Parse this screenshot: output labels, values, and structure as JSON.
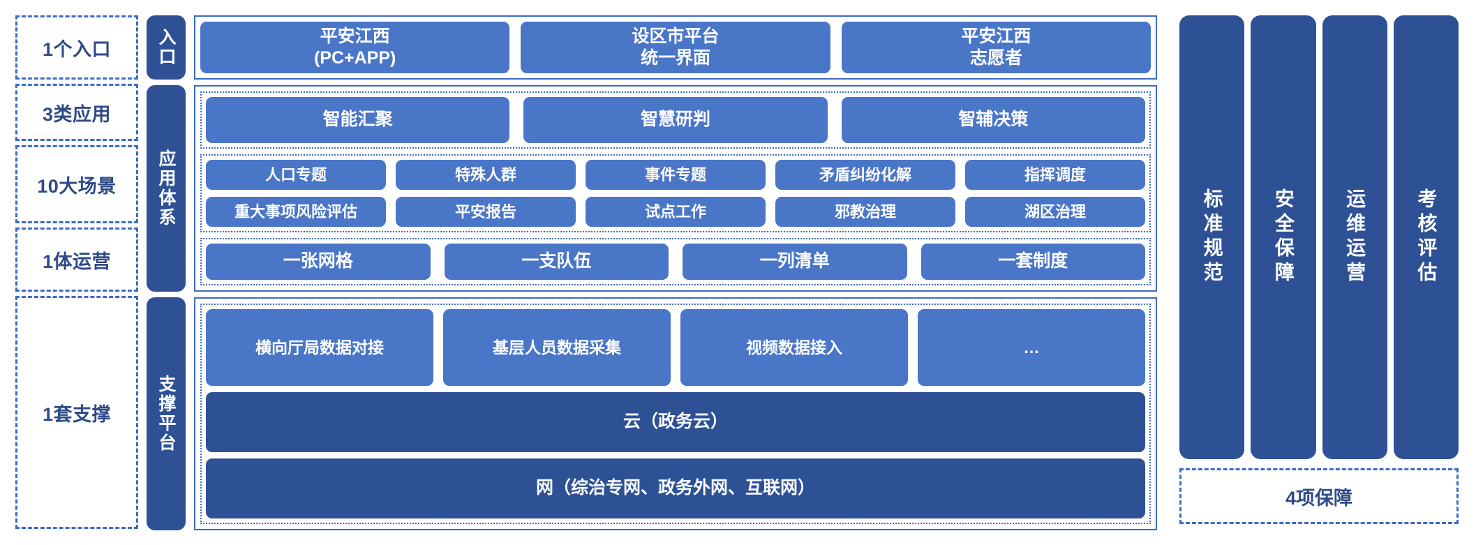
{
  "colors": {
    "dark_blue": "#2E5196",
    "light_blue": "#4A76C8",
    "border_blue": "#3D6BC4",
    "label_text": "#2E4A87"
  },
  "left_labels": [
    {
      "text": "1个入口"
    },
    {
      "text": "3类应用"
    },
    {
      "text": "10大场景"
    },
    {
      "text": "1体运营"
    },
    {
      "text": "1套支撑"
    }
  ],
  "spines": [
    {
      "text": "入口"
    },
    {
      "text": "应用体系"
    },
    {
      "text": "支撑平台"
    }
  ],
  "entry": {
    "items": [
      {
        "label": "平安江西\n(PC+APP)"
      },
      {
        "label": "设区市平台\n统一界面"
      },
      {
        "label": "平安江西\n志愿者"
      }
    ]
  },
  "applications": {
    "items": [
      {
        "label": "智能汇聚"
      },
      {
        "label": "智慧研判"
      },
      {
        "label": "智辅决策"
      }
    ]
  },
  "scenarios": {
    "row1": [
      {
        "label": "人口专题"
      },
      {
        "label": "特殊人群"
      },
      {
        "label": "事件专题"
      },
      {
        "label": "矛盾纠纷化解"
      },
      {
        "label": "指挥调度"
      }
    ],
    "row2": [
      {
        "label": "重大事项风险评估"
      },
      {
        "label": "平安报告"
      },
      {
        "label": "试点工作"
      },
      {
        "label": "邪教治理"
      },
      {
        "label": "湖区治理"
      }
    ]
  },
  "operations": {
    "items": [
      {
        "label": "一张网格"
      },
      {
        "label": "一支队伍"
      },
      {
        "label": "一列清单"
      },
      {
        "label": "一套制度"
      }
    ]
  },
  "support": {
    "data_sources": [
      {
        "label": "横向厅局数据对接"
      },
      {
        "label": "基层人员数据采集"
      },
      {
        "label": "视频数据接入"
      },
      {
        "label": "…"
      }
    ],
    "cloud_bar": "云（政务云）",
    "network_bar": "网（综治专网、政务外网、互联网）"
  },
  "guarantees": {
    "pillars": [
      {
        "label": "标准规范"
      },
      {
        "label": "安全保障"
      },
      {
        "label": "运维运营"
      },
      {
        "label": "考核评估"
      }
    ],
    "footer": "4项保障"
  }
}
